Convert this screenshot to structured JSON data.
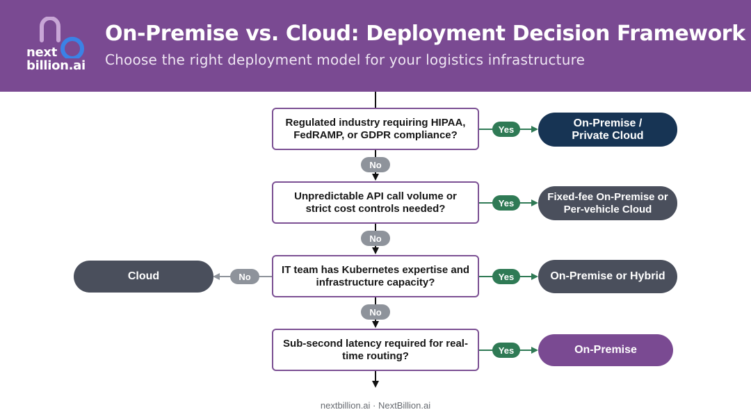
{
  "header": {
    "logo_text_line1": "next",
    "logo_text_line2": "billion.ai",
    "title": "On-Premise vs. Cloud: Deployment Decision Framework",
    "subtitle": "Choose the right deployment model for your logistics infrastructure"
  },
  "questions": [
    {
      "text": "Regulated industry requiring HIPAA, FedRAMP, or GDPR compliance?"
    },
    {
      "text": "Unpredictable API call volume or strict cost controls needed?"
    },
    {
      "text": "IT team has Kubernetes expertise and infrastructure capacity?"
    },
    {
      "text": "Sub-second latency required for real-time routing?"
    }
  ],
  "labels": {
    "yes": "Yes",
    "no": "No"
  },
  "outcomes": {
    "q1_yes": "On-Premise / Private Cloud",
    "q2_yes": "Fixed-fee On-Premise or Per-vehicle Cloud",
    "q3_yes": "On-Premise or Hybrid",
    "q3_no": "Cloud",
    "q4_yes": "On-Premise"
  },
  "colors": {
    "brand_purple": "#7a4a92",
    "yes_green": "#2f7a55",
    "no_gray": "#8e939b",
    "navy_outcome": "#173454",
    "slate_outcome": "#4a4f5c",
    "purple_outcome": "#7a4a92"
  },
  "footer": "nextbillion.ai · NextBillion.ai"
}
